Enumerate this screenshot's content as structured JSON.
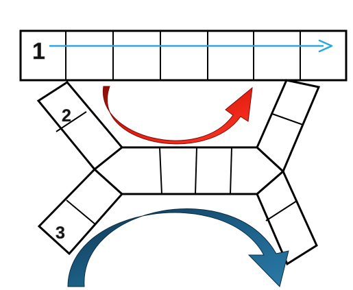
{
  "labels": {
    "row_one": "1",
    "branch_two": "2",
    "branch_three": "3"
  },
  "colors": {
    "outline": "#000000",
    "straight_arrow": "#2aa7e0",
    "red_arrow": "#e31e10",
    "red_arrow_dark": "#8a0d06",
    "blue_arrow": "#1c5f86",
    "blue_arrow_dark": "#0e3550"
  },
  "icons": {
    "straight_arrow": "arrow-right-icon",
    "red_arrow": "curved-arrow-up-right-icon",
    "blue_arrow": "curved-arrow-down-right-icon"
  }
}
